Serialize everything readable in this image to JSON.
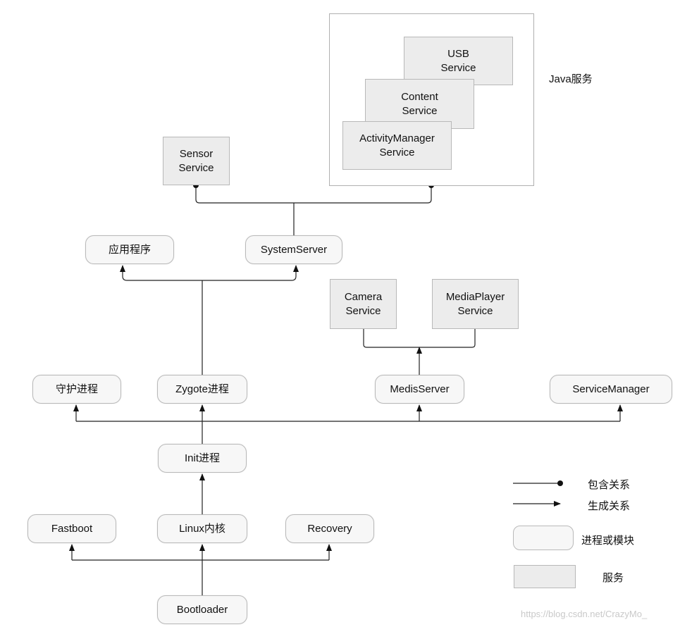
{
  "nodes": {
    "bootloader": "Bootloader",
    "fastboot": "Fastboot",
    "linux_kernel": "Linux内核",
    "recovery": "Recovery",
    "init": "Init进程",
    "daemon": "守护进程",
    "zygote": "Zygote进程",
    "medis_server": "MedisServer",
    "service_manager": "ServiceManager",
    "apps": "应用程序",
    "system_server": "SystemServer",
    "camera_service": "Camera\nService",
    "mediaplayer_service": "MediaPlayer\nService",
    "sensor_service": "Sensor\nService",
    "usb_service": "USB\nService",
    "content_service": "Content\nService",
    "activity_manager_service": "ActivityManager\nService"
  },
  "group_label": "Java服务",
  "legend": {
    "contains": "包含关系",
    "generates": "生成关系",
    "process_module": "进程或模块",
    "service": "服务"
  },
  "watermark": "https://blog.csdn.net/CrazyMo_"
}
